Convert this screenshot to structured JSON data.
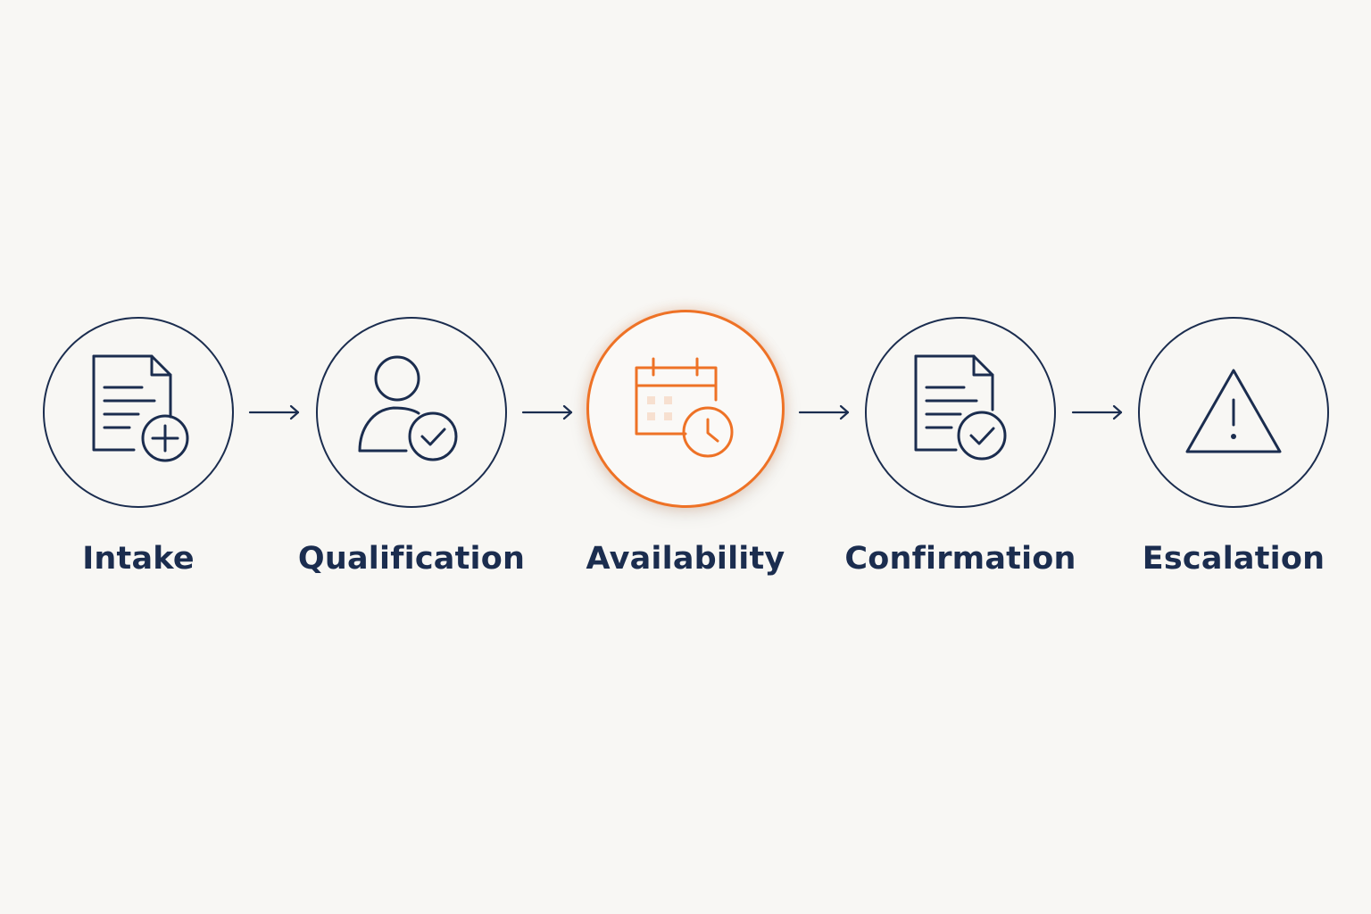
{
  "colors": {
    "background": "#f8f7f4",
    "primary": "#1b2d4f",
    "accent": "#ee7226"
  },
  "steps": [
    {
      "label": "Intake",
      "icon": "document-plus-icon",
      "active": false
    },
    {
      "label": "Qualification",
      "icon": "user-check-icon",
      "active": false
    },
    {
      "label": "Availability",
      "icon": "calendar-clock-icon",
      "active": true
    },
    {
      "label": "Confirmation",
      "icon": "document-check-icon",
      "active": false
    },
    {
      "label": "Escalation",
      "icon": "warning-triangle-icon",
      "active": false
    }
  ]
}
